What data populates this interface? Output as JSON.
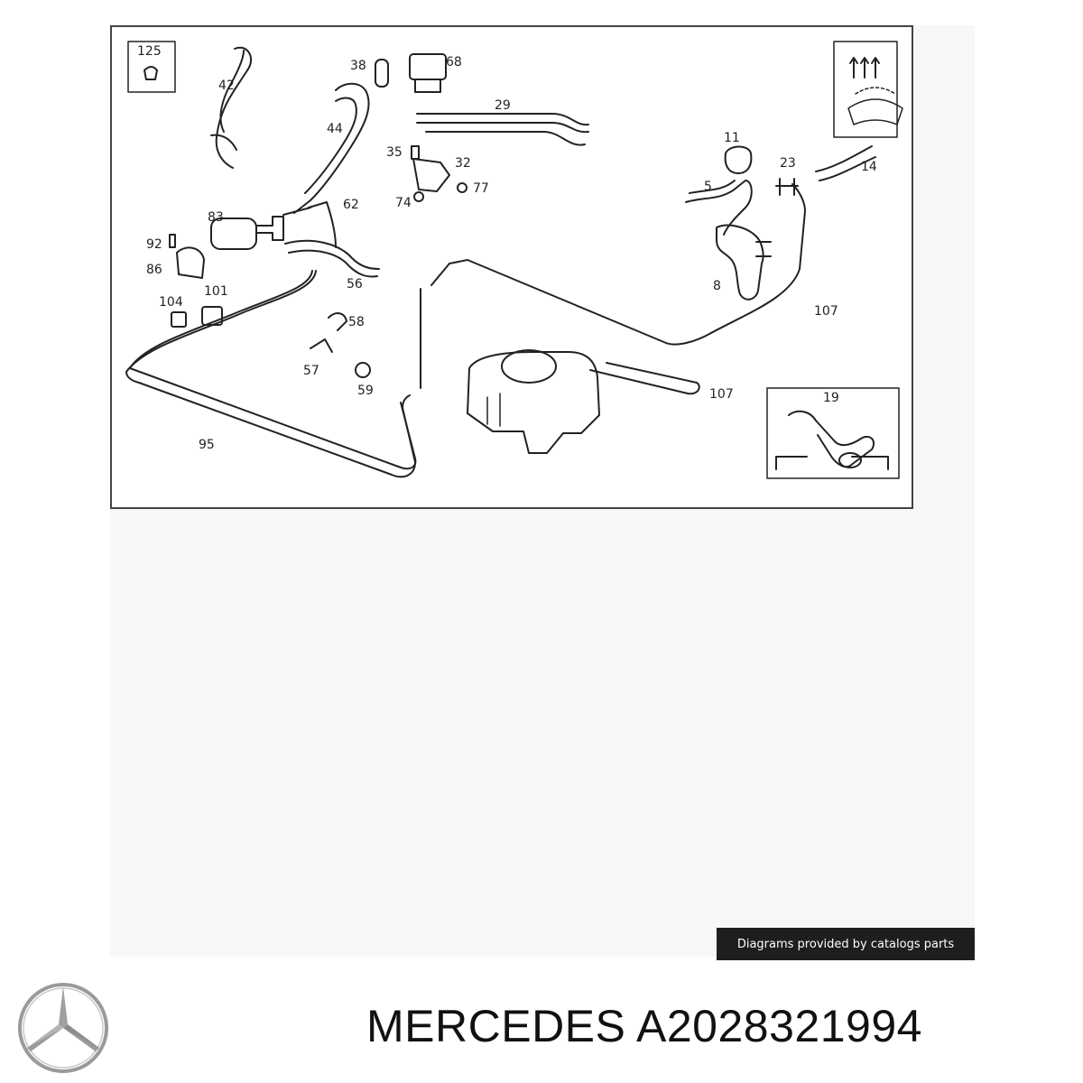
{
  "diagram": {
    "callouts": [
      {
        "id": "125",
        "label": "125"
      },
      {
        "id": "42",
        "label": "42"
      },
      {
        "id": "38",
        "label": "38"
      },
      {
        "id": "68",
        "label": "68"
      },
      {
        "id": "29",
        "label": "29"
      },
      {
        "id": "44",
        "label": "44"
      },
      {
        "id": "35",
        "label": "35"
      },
      {
        "id": "32",
        "label": "32"
      },
      {
        "id": "77",
        "label": "77"
      },
      {
        "id": "74",
        "label": "74"
      },
      {
        "id": "62",
        "label": "62"
      },
      {
        "id": "83",
        "label": "83"
      },
      {
        "id": "92",
        "label": "92"
      },
      {
        "id": "86",
        "label": "86"
      },
      {
        "id": "56",
        "label": "56"
      },
      {
        "id": "104",
        "label": "104"
      },
      {
        "id": "101",
        "label": "101"
      },
      {
        "id": "58",
        "label": "58"
      },
      {
        "id": "57",
        "label": "57"
      },
      {
        "id": "59",
        "label": "59"
      },
      {
        "id": "95",
        "label": "95"
      },
      {
        "id": "11",
        "label": "11"
      },
      {
        "id": "23",
        "label": "23"
      },
      {
        "id": "14",
        "label": "14"
      },
      {
        "id": "5",
        "label": "5"
      },
      {
        "id": "8",
        "label": "8"
      },
      {
        "id": "107a",
        "label": "107"
      },
      {
        "id": "107b",
        "label": "107"
      },
      {
        "id": "19",
        "label": "19"
      }
    ]
  },
  "footer": {
    "credit": "Diagrams provided by catalogs parts",
    "title": "MERCEDES A2028321994"
  },
  "colors": {
    "line": "#222222",
    "badge_bg": "#1e1e1e",
    "logo": "#9a9a9a"
  }
}
